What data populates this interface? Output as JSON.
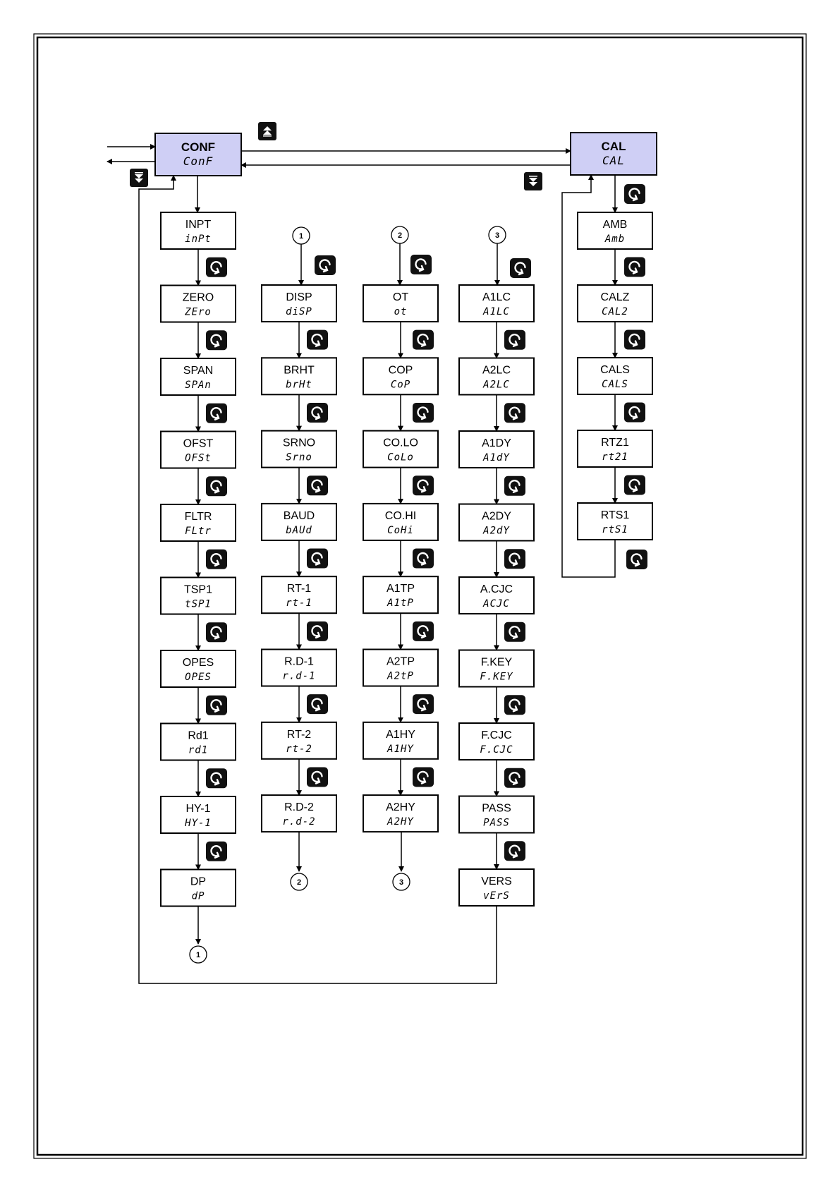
{
  "header_boxes": [
    {
      "id": "conf",
      "label": "CONF",
      "display": "ConF"
    },
    {
      "id": "cal",
      "label": "CAL",
      "display": "CAL"
    }
  ],
  "columns": [
    {
      "id": "col1",
      "items": [
        {
          "label": "INPT",
          "display": "inPt"
        },
        {
          "label": "ZERO",
          "display": "ZEro"
        },
        {
          "label": "SPAN",
          "display": "SPAn"
        },
        {
          "label": "OFST",
          "display": "OFSt"
        },
        {
          "label": "FLTR",
          "display": "FLtr"
        },
        {
          "label": "TSP1",
          "display": "tSP1"
        },
        {
          "label": "OPES",
          "display": "OPES"
        },
        {
          "label": "Rd1",
          "display": "rd1"
        },
        {
          "label": "HY-1",
          "display": "HY-1"
        },
        {
          "label": "DP",
          "display": "dP"
        }
      ]
    },
    {
      "id": "col2",
      "items": [
        {
          "label": "DISP",
          "display": "diSP"
        },
        {
          "label": "BRHT",
          "display": "brHt"
        },
        {
          "label": "SRNO",
          "display": "Srno"
        },
        {
          "label": "BAUD",
          "display": "bAUd"
        },
        {
          "label": "RT-1",
          "display": "rt-1"
        },
        {
          "label": "R.D-1",
          "display": "r.d-1"
        },
        {
          "label": "RT-2",
          "display": "rt-2"
        },
        {
          "label": "R.D-2",
          "display": "r.d-2"
        }
      ]
    },
    {
      "id": "col3",
      "items": [
        {
          "label": "OT",
          "display": "ot"
        },
        {
          "label": "COP",
          "display": "CoP"
        },
        {
          "label": "CO.LO",
          "display": "CoLo"
        },
        {
          "label": "CO.HI",
          "display": "CoHi"
        },
        {
          "label": "A1TP",
          "display": "A1tP"
        },
        {
          "label": "A2TP",
          "display": "A2tP"
        },
        {
          "label": "A1HY",
          "display": "A1HY"
        },
        {
          "label": "A2HY",
          "display": "A2HY"
        }
      ]
    },
    {
      "id": "col4",
      "items": [
        {
          "label": "A1LC",
          "display": "A1LC"
        },
        {
          "label": "A2LC",
          "display": "A2LC"
        },
        {
          "label": "A1DY",
          "display": "A1dY"
        },
        {
          "label": "A2DY",
          "display": "A2dY"
        },
        {
          "label": "A.CJC",
          "display": "ACJC"
        },
        {
          "label": "F.KEY",
          "display": "F.KEY"
        },
        {
          "label": "F.CJC",
          "display": "F.CJC"
        },
        {
          "label": "PASS",
          "display": "PASS"
        },
        {
          "label": "VERS",
          "display": "vErS"
        }
      ]
    },
    {
      "id": "col5",
      "items": [
        {
          "label": "AMB",
          "display": "Amb"
        },
        {
          "label": "CALZ",
          "display": "CAL2"
        },
        {
          "label": "CALS",
          "display": "CALS"
        },
        {
          "label": "RTZ1",
          "display": "rt21"
        },
        {
          "label": "RTS1",
          "display": "rtS1"
        }
      ]
    }
  ],
  "connectors": [
    "1",
    "2",
    "3"
  ],
  "keys": [
    "up-key-icon",
    "down-key-icon",
    "enter-key-icon"
  ],
  "colors": {
    "header_fill": "#cfcff5",
    "line": "#000000",
    "key": "#111111"
  }
}
